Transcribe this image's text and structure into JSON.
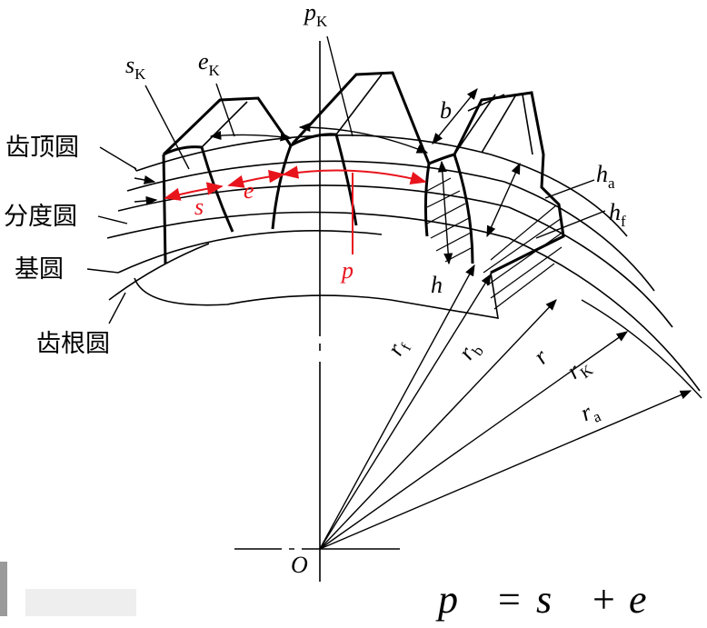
{
  "labels": {
    "addendum_circle": "齿顶圆",
    "pitch_circle": "分度圆",
    "base_circle": "基圆",
    "dedendum_circle": "齿根圆"
  },
  "symbols": {
    "pK_main": "p",
    "pK_sub": "K",
    "sK_main": "s",
    "sK_sub": "K",
    "eK_main": "e",
    "eK_sub": "K",
    "b": "b",
    "ha_main": "h",
    "ha_sub": "a",
    "hf_main": "h",
    "hf_sub": "f",
    "h": "h",
    "s": "s",
    "e": "e",
    "p": "p",
    "rf_main": "r",
    "rf_sub": "f",
    "rb_main": "r",
    "rb_sub": "b",
    "r": "r",
    "rK_main": "r",
    "rK_sub": "K",
    "ra_main": "r",
    "ra_sub": "a",
    "O": "O"
  },
  "formula": {
    "p": "p",
    "eq": "=",
    "s": "s",
    "plus": "+",
    "e": "e"
  },
  "colors": {
    "line": "#000000",
    "highlight": "#e8141c"
  }
}
